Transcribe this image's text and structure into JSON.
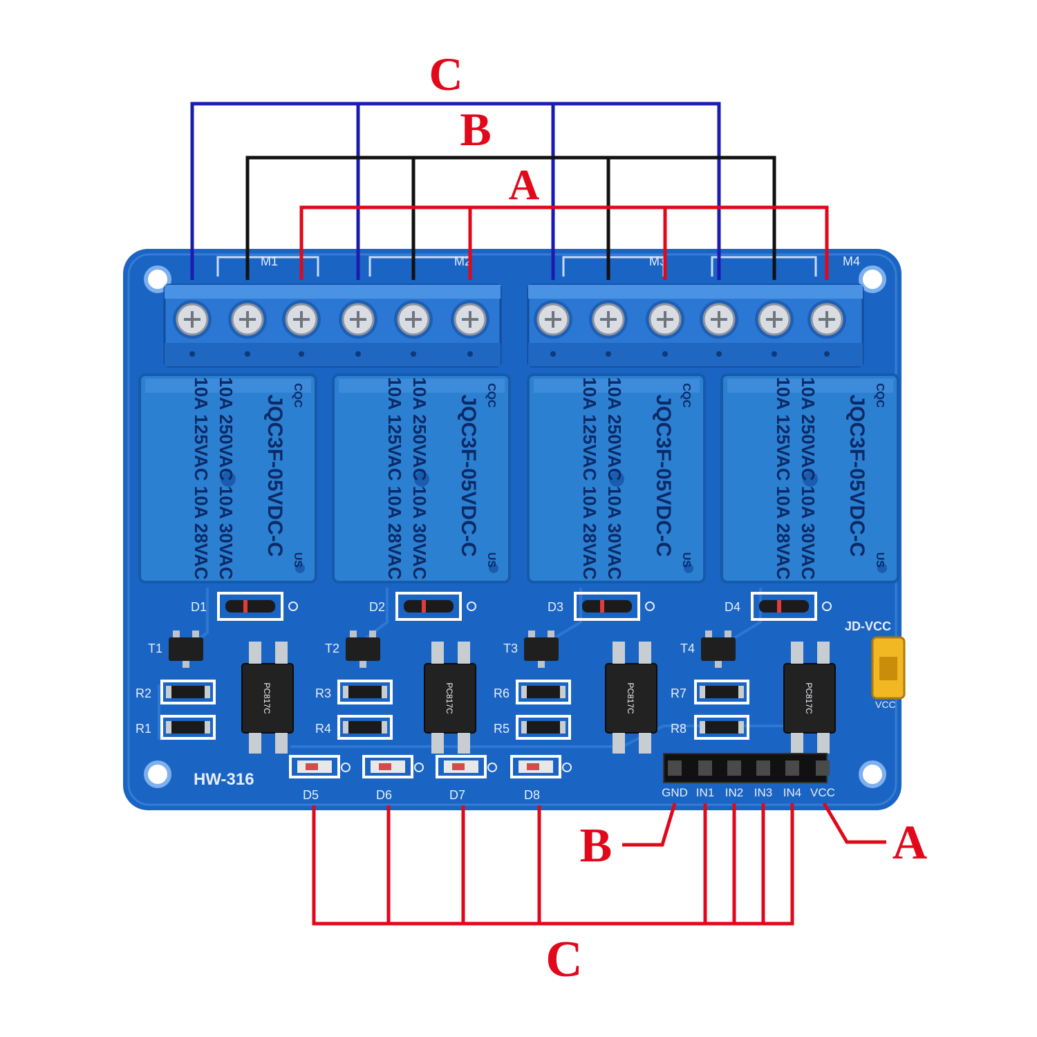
{
  "labels": {
    "top_c": "C",
    "top_b": "B",
    "top_a": "A",
    "bottom_c": "C",
    "gnd_b": "B",
    "vcc_a": "A"
  },
  "board": {
    "model": "HW-316",
    "jumper_label": "JD-VCC",
    "jumper_sub": "VCC",
    "relay_ids": [
      "M1",
      "M2",
      "M3",
      "M4"
    ],
    "diode_ids": [
      "D1",
      "D2",
      "D3",
      "D4"
    ],
    "led_ids": [
      "D5",
      "D6",
      "D7",
      "D8"
    ],
    "transistor_ids": [
      "T1",
      "T2",
      "T3",
      "T4"
    ],
    "resistor_ids": [
      "R2",
      "R1",
      "R3",
      "R4",
      "R6",
      "R5",
      "R7",
      "R8"
    ],
    "header_pins": [
      "GND",
      "IN1",
      "IN2",
      "IN3",
      "IN4",
      "VCC"
    ],
    "optocoupler_text": "PC817C"
  },
  "relay": {
    "line1": "JQC3F-05VDC-C",
    "line2": "10A 250VAC 10A 30VAC",
    "line3": "10A 125VAC 10A 28VAC",
    "mark": "CQC",
    "us": "US"
  },
  "colors": {
    "pcb": "#1b68c8",
    "terminal": "#2a78d6",
    "relay": "#2c7fd0",
    "wire_red": "#e1081a",
    "wire_black": "#111111",
    "wire_blue": "#1b1bb0",
    "label_red": "#e1081a"
  }
}
